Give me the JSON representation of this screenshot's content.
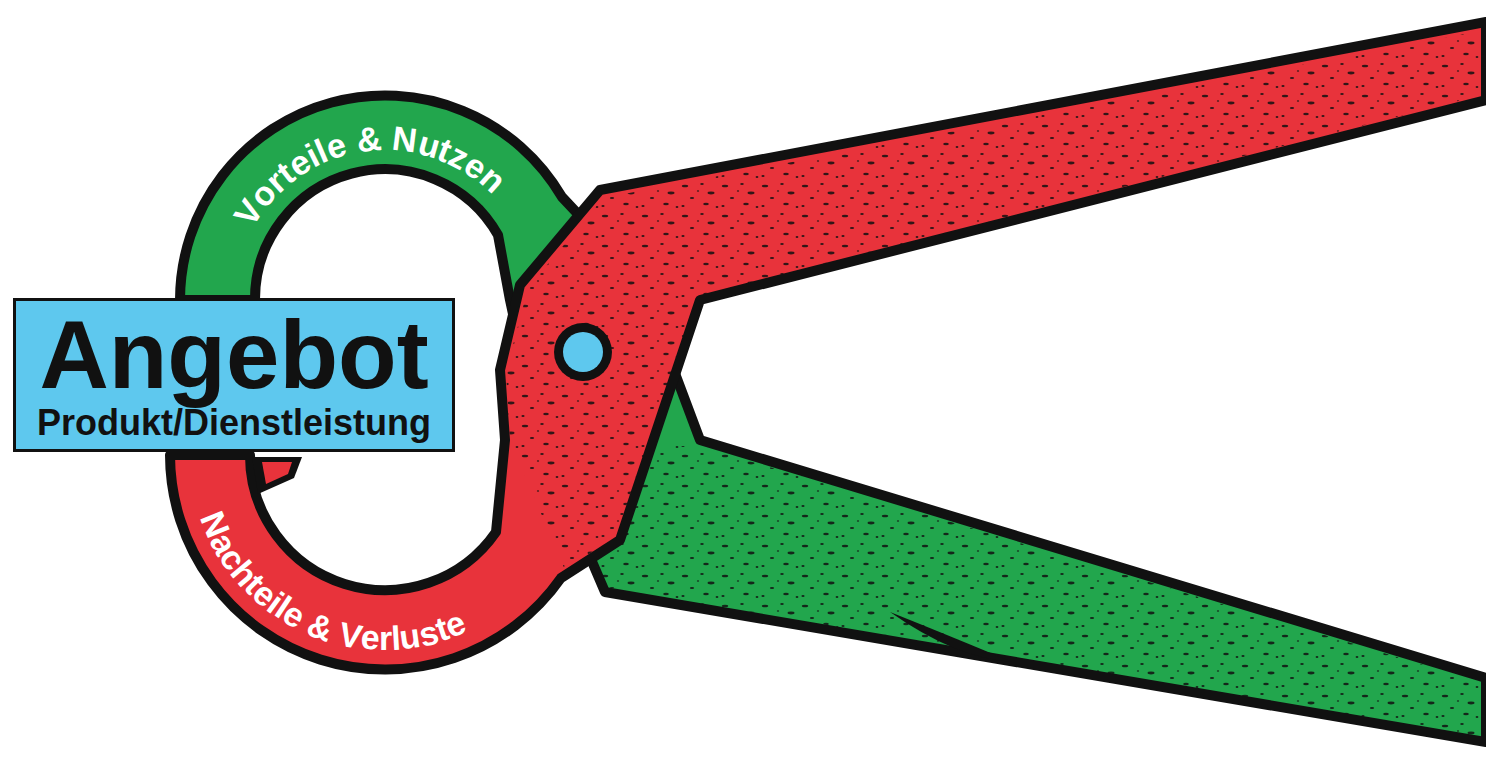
{
  "diagram": {
    "nodes": [
      {
        "text": [
          "Angebot",
          "Produkt/Dienstleistung"
        ]
      }
    ],
    "labels": [
      "Vorteile & Nutzen",
      "Nachteile & Verluste"
    ]
  }
}
